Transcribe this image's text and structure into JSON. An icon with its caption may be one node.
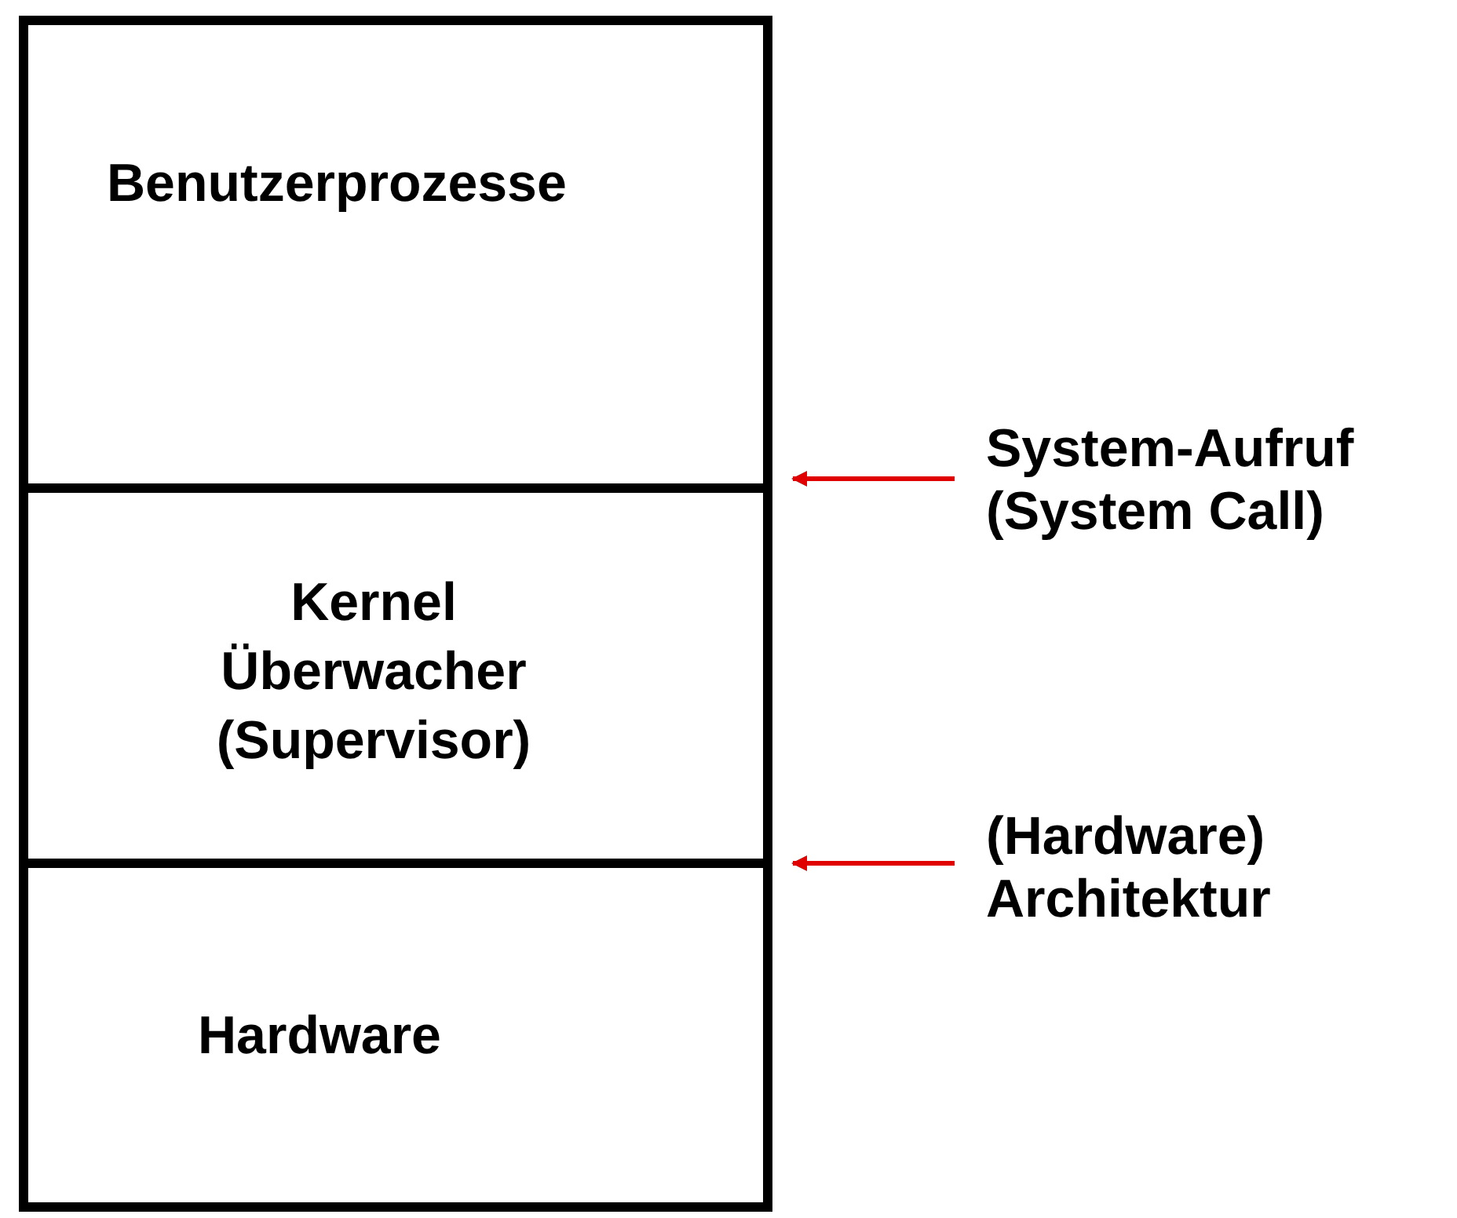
{
  "diagram": {
    "nodes": [
      {
        "text": [
          "Benutzerprozesse"
        ]
      },
      {
        "text": [
          "Kernel Überwacher (Supervisor)"
        ]
      },
      {
        "text": [
          "Hardware"
        ]
      },
      {
        "text": [
          "System-Aufruf (System Call)"
        ]
      },
      {
        "text": [
          "(Hardware) Architektur"
        ]
      }
    ],
    "edges": [
      {
        "from": 3,
        "to": 1,
        "arrow": "to"
      },
      {
        "from": 4,
        "to": 2,
        "arrow": "to"
      }
    ]
  }
}
